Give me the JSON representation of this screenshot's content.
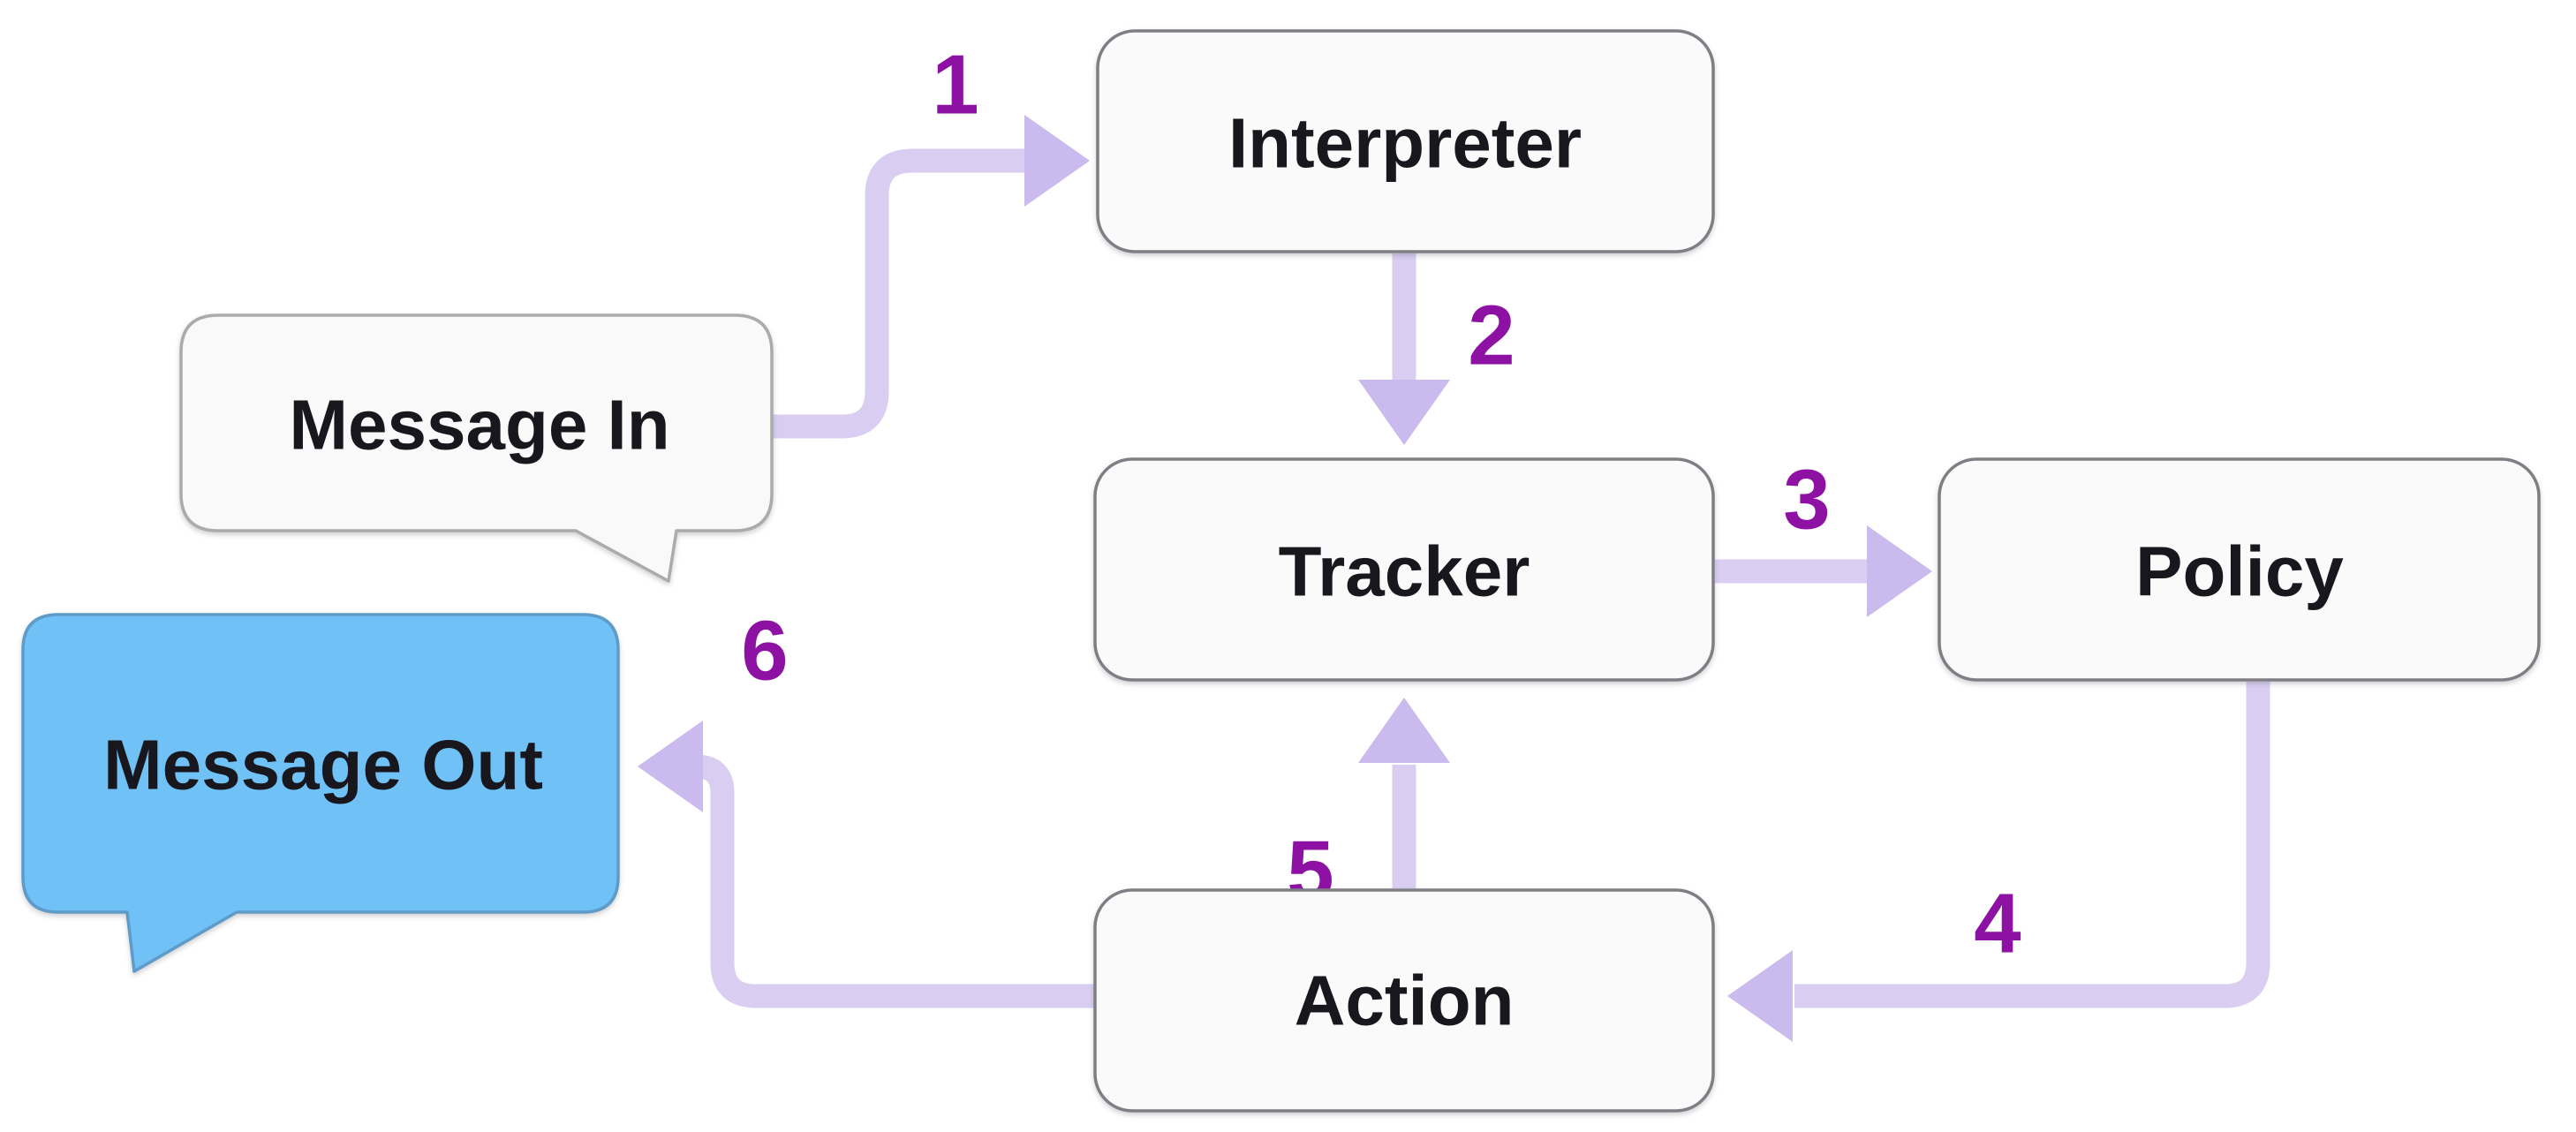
{
  "diagram": {
    "nodes": {
      "message_in": {
        "label": "Message In",
        "type": "speech-bubble"
      },
      "message_out": {
        "label": "Message Out",
        "type": "speech-bubble"
      },
      "interpreter": {
        "label": "Interpreter",
        "type": "box"
      },
      "tracker": {
        "label": "Tracker",
        "type": "box"
      },
      "policy": {
        "label": "Policy",
        "type": "box"
      },
      "action": {
        "label": "Action",
        "type": "box"
      }
    },
    "steps": [
      {
        "number": "1",
        "from": "message_in",
        "to": "interpreter"
      },
      {
        "number": "2",
        "from": "interpreter",
        "to": "tracker"
      },
      {
        "number": "3",
        "from": "tracker",
        "to": "policy"
      },
      {
        "number": "4",
        "from": "policy",
        "to": "action"
      },
      {
        "number": "5",
        "from": "action",
        "to": "tracker"
      },
      {
        "number": "6",
        "from": "action",
        "to": "message_out"
      }
    ]
  },
  "colors": {
    "arrow_shaft": "#d9cef2",
    "arrow_head": "#cbbaee",
    "step_number": "#8d12a4",
    "node_fill": "#fbfafb",
    "node_border": "#7e7e84",
    "bubble_in_fill": "#f9f9f9",
    "bubble_in_border": "#ababab",
    "bubble_out_fill": "#70c2f6",
    "bubble_out_border": "#5e9bc8",
    "label_text": "#17171d",
    "background": "#ffffff"
  }
}
